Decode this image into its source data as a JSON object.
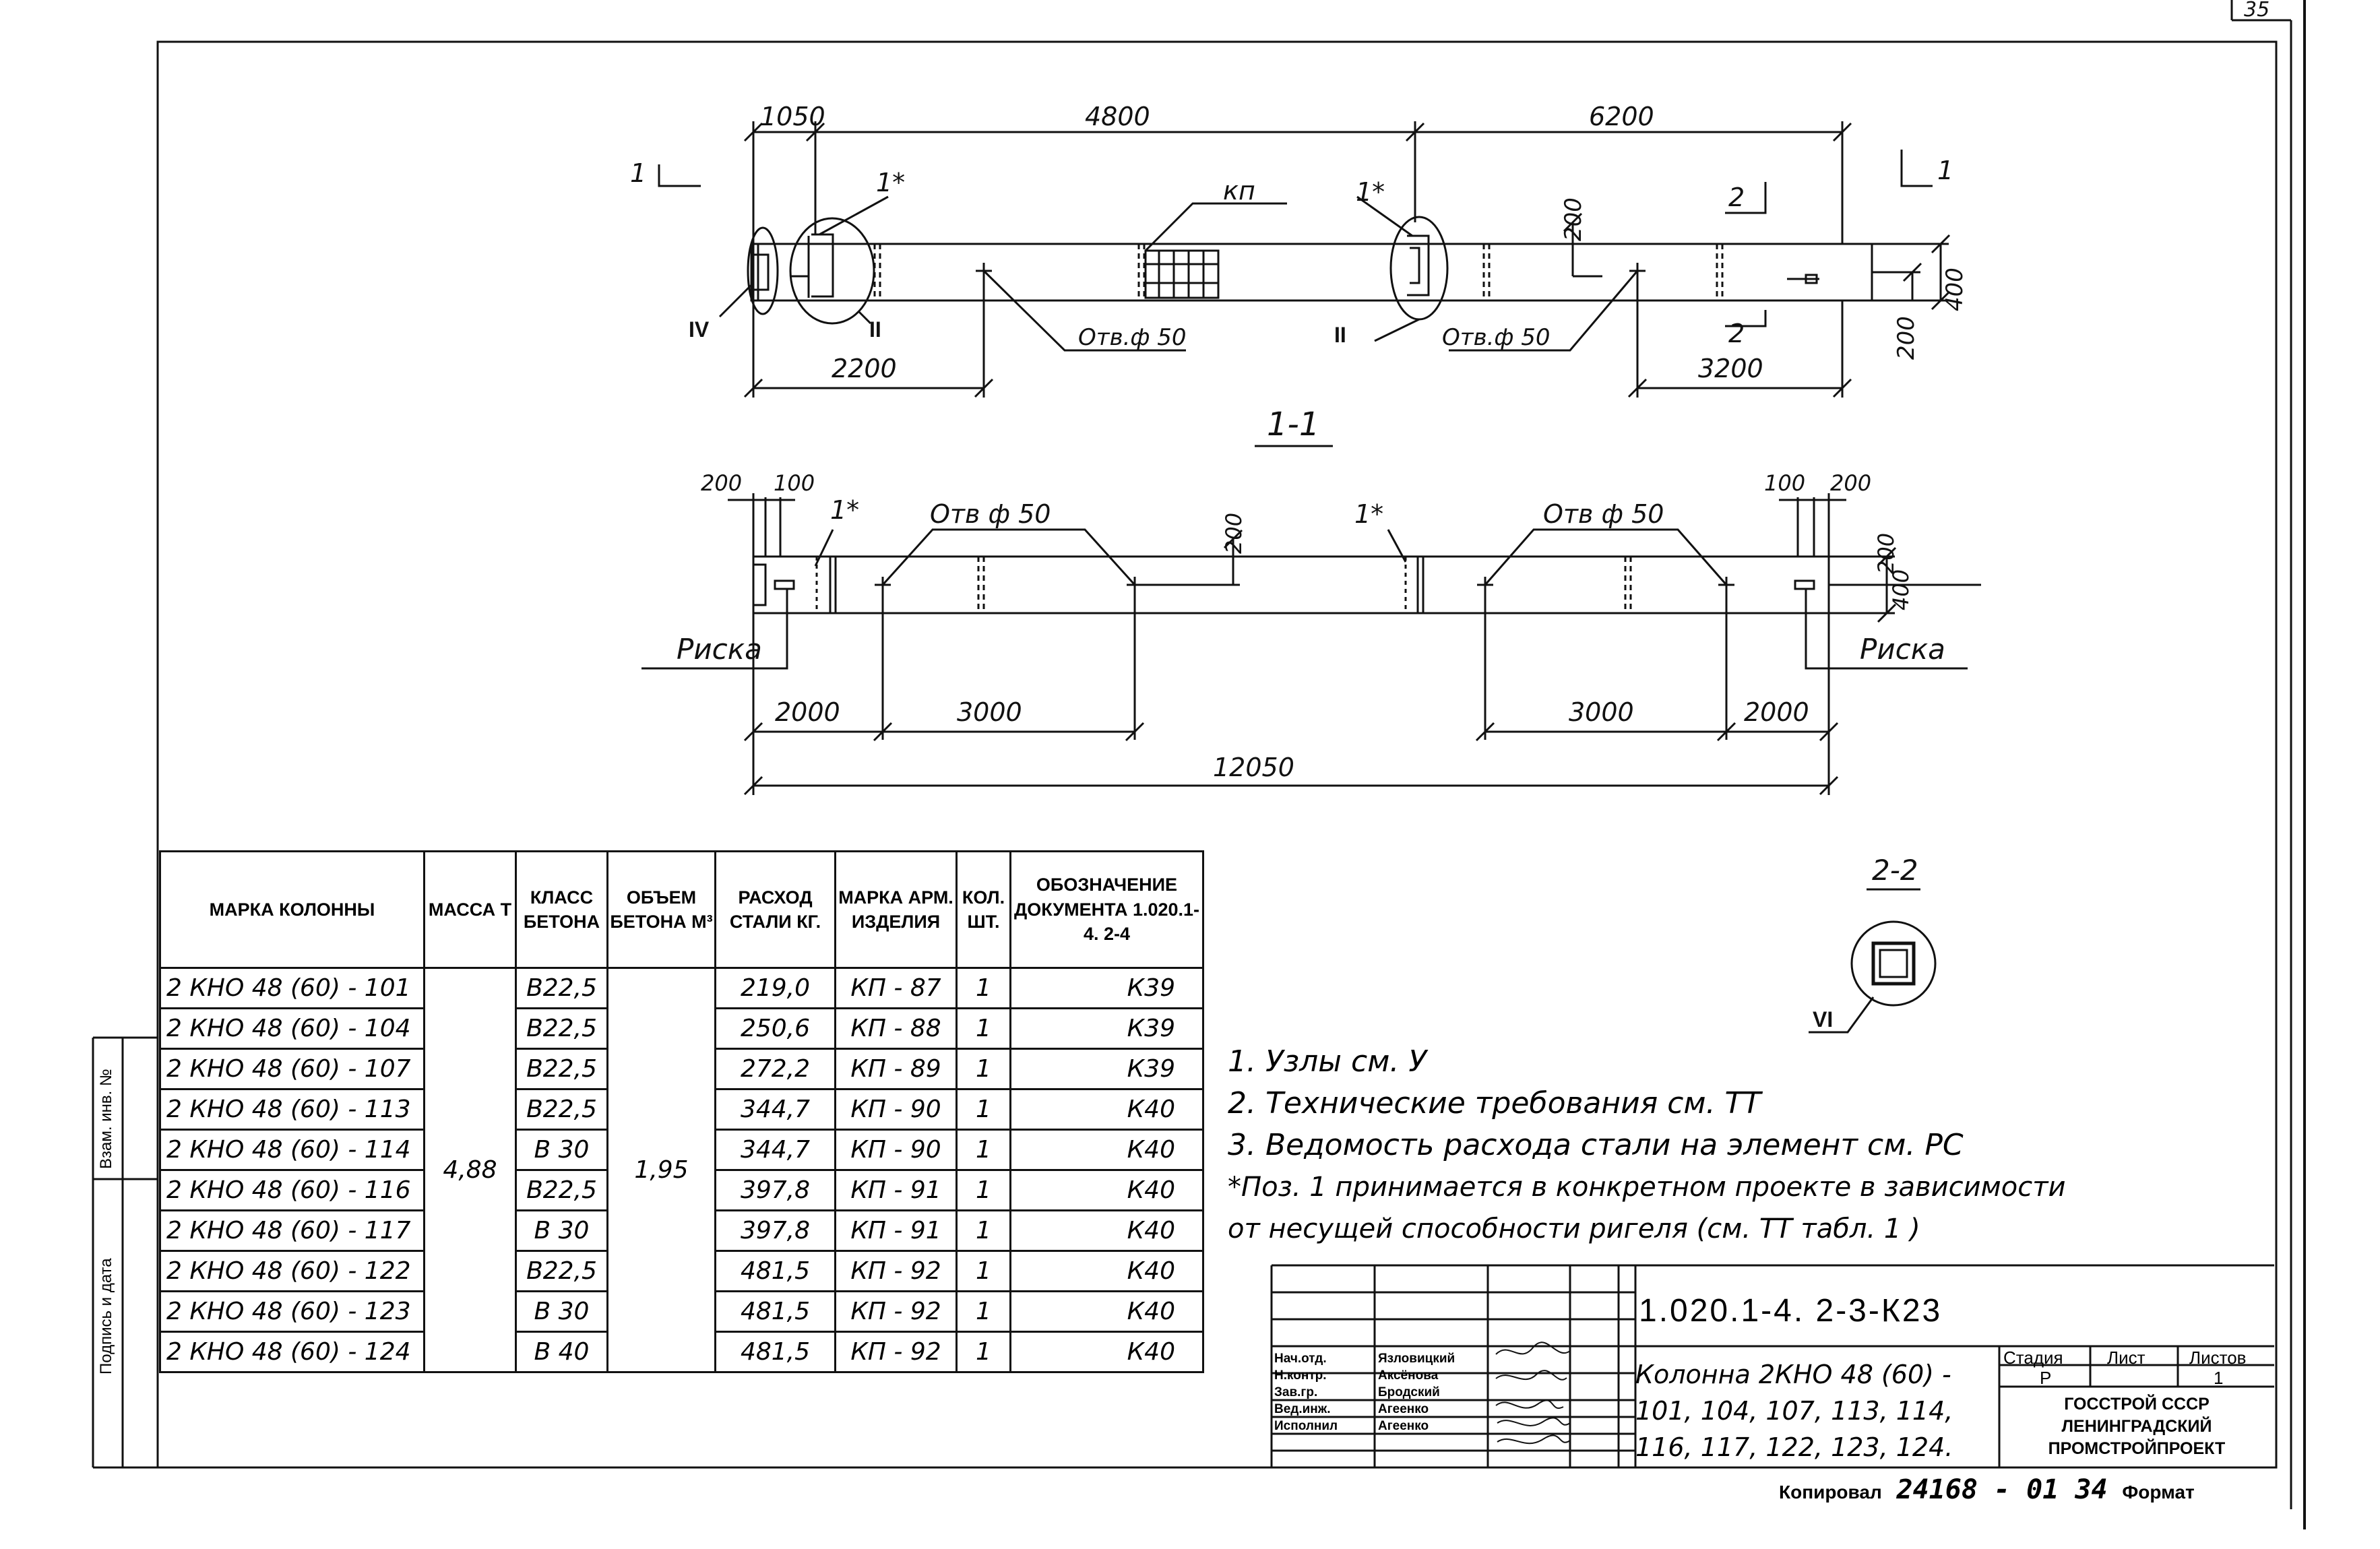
{
  "sheet_number": "35",
  "drawing": {
    "top_dims": [
      "1050",
      "4800",
      "6200"
    ],
    "section_marker_1": "1",
    "section_marker_2": "2",
    "callout_pos1": "1*",
    "callout_kp": "кп",
    "node_iv": "IV",
    "node_ii": "II",
    "dim_200": "200",
    "dim_400": "400",
    "hole_label": "Отв.ф 50",
    "bottom_dims_plan": [
      "2200",
      "3200"
    ],
    "section_title_1": "1-1",
    "side_top_dims": [
      "200",
      "100",
      "100",
      "200"
    ],
    "hole_label_side": "Отв ф 50",
    "risk_label_left": "Риска",
    "risk_label_right": "Риска",
    "side_bottom_dims": [
      "2000",
      "3000",
      "3000",
      "2000"
    ],
    "overall_length": "12050",
    "section_title_2": "2-2",
    "node_vi": "VI"
  },
  "table": {
    "headers": [
      "МАРКА КОЛОННЫ",
      "МАССА Т",
      "КЛАСС БЕТОНА",
      "ОБЪЕМ БЕТОНА М³",
      "РАСХОД СТАЛИ КГ.",
      "МАРКА АРМ. ИЗДЕЛИЯ",
      "КОЛ. ШТ.",
      "ОБОЗНАЧЕНИЕ ДОКУМЕНТА 1.020.1-4. 2-4"
    ],
    "mass": "4,88",
    "volume": "1,95",
    "rows": [
      {
        "mark": "2 КНО 48 (60) - 101",
        "concrete": "В22,5",
        "steel": "219,0",
        "arm": "КП - 87",
        "qty": "1",
        "doc": "К39"
      },
      {
        "mark": "2 КНО 48 (60) - 104",
        "concrete": "В22,5",
        "steel": "250,6",
        "arm": "КП - 88",
        "qty": "1",
        "doc": "К39"
      },
      {
        "mark": "2 КНО 48 (60) - 107",
        "concrete": "В22,5",
        "steel": "272,2",
        "arm": "КП - 89",
        "qty": "1",
        "doc": "К39"
      },
      {
        "mark": "2 КНО 48 (60) - 113",
        "concrete": "В22,5",
        "steel": "344,7",
        "arm": "КП - 90",
        "qty": "1",
        "doc": "К40"
      },
      {
        "mark": "2 КНО 48 (60) - 114",
        "concrete": "В 30",
        "steel": "344,7",
        "arm": "КП - 90",
        "qty": "1",
        "doc": "К40"
      },
      {
        "mark": "2 КНО 48 (60) - 116",
        "concrete": "В22,5",
        "steel": "397,8",
        "arm": "КП - 91",
        "qty": "1",
        "doc": "К40"
      },
      {
        "mark": "2 КНО 48 (60) - 117",
        "concrete": "В 30",
        "steel": "397,8",
        "arm": "КП - 91",
        "qty": "1",
        "doc": "К40"
      },
      {
        "mark": "2 КНО 48 (60) - 122",
        "concrete": "В22,5",
        "steel": "481,5",
        "arm": "КП - 92",
        "qty": "1",
        "doc": "К40"
      },
      {
        "mark": "2 КНО 48 (60) - 123",
        "concrete": "В 30",
        "steel": "481,5",
        "arm": "КП - 92",
        "qty": "1",
        "doc": "К40"
      },
      {
        "mark": "2 КНО 48 (60) - 124",
        "concrete": "В 40",
        "steel": "481,5",
        "arm": "КП - 92",
        "qty": "1",
        "doc": "К40"
      }
    ]
  },
  "notes": [
    "1. Узлы см. У",
    "2. Технические требования см. ТТ",
    "3. Ведомость расхода стали на элемент см. РС",
    "*Поз. 1 принимается в конкретном проекте в зависимости",
    "от несущей способности ригеля (см. ТТ табл. 1 )"
  ],
  "title_block": {
    "doc_code": "1.020.1-4.  2-3-К23",
    "roles": [
      "Нач.отд.",
      "Н.контр.",
      "Зав.гр.",
      "Вед.инж.",
      "Исполнил"
    ],
    "names": [
      "Язловицкий",
      "Аксёнова",
      "Бродский",
      "Агеенко",
      "Агеенко"
    ],
    "description": "Колонна 2КНО 48 (60) - 101, 104, 107, 113, 114, 116, 117, 122, 123, 124.",
    "stage_header": "Стадия",
    "sheet_header": "Лист",
    "sheets_header": "Листов",
    "stage_value": "Р",
    "sheet_value": "1",
    "organization": [
      "ГОССТРОЙ СССР",
      "ЛЕНИНГРАДСКИЙ",
      "ПРОМСТРОЙПРОЕКТ"
    ]
  },
  "footer": {
    "copied_label": "Копировал",
    "order_number": "24168 - 01  34",
    "format_label": "Формат"
  },
  "side_stamps": [
    "Взам. инв. №",
    "Подпись и дата"
  ]
}
